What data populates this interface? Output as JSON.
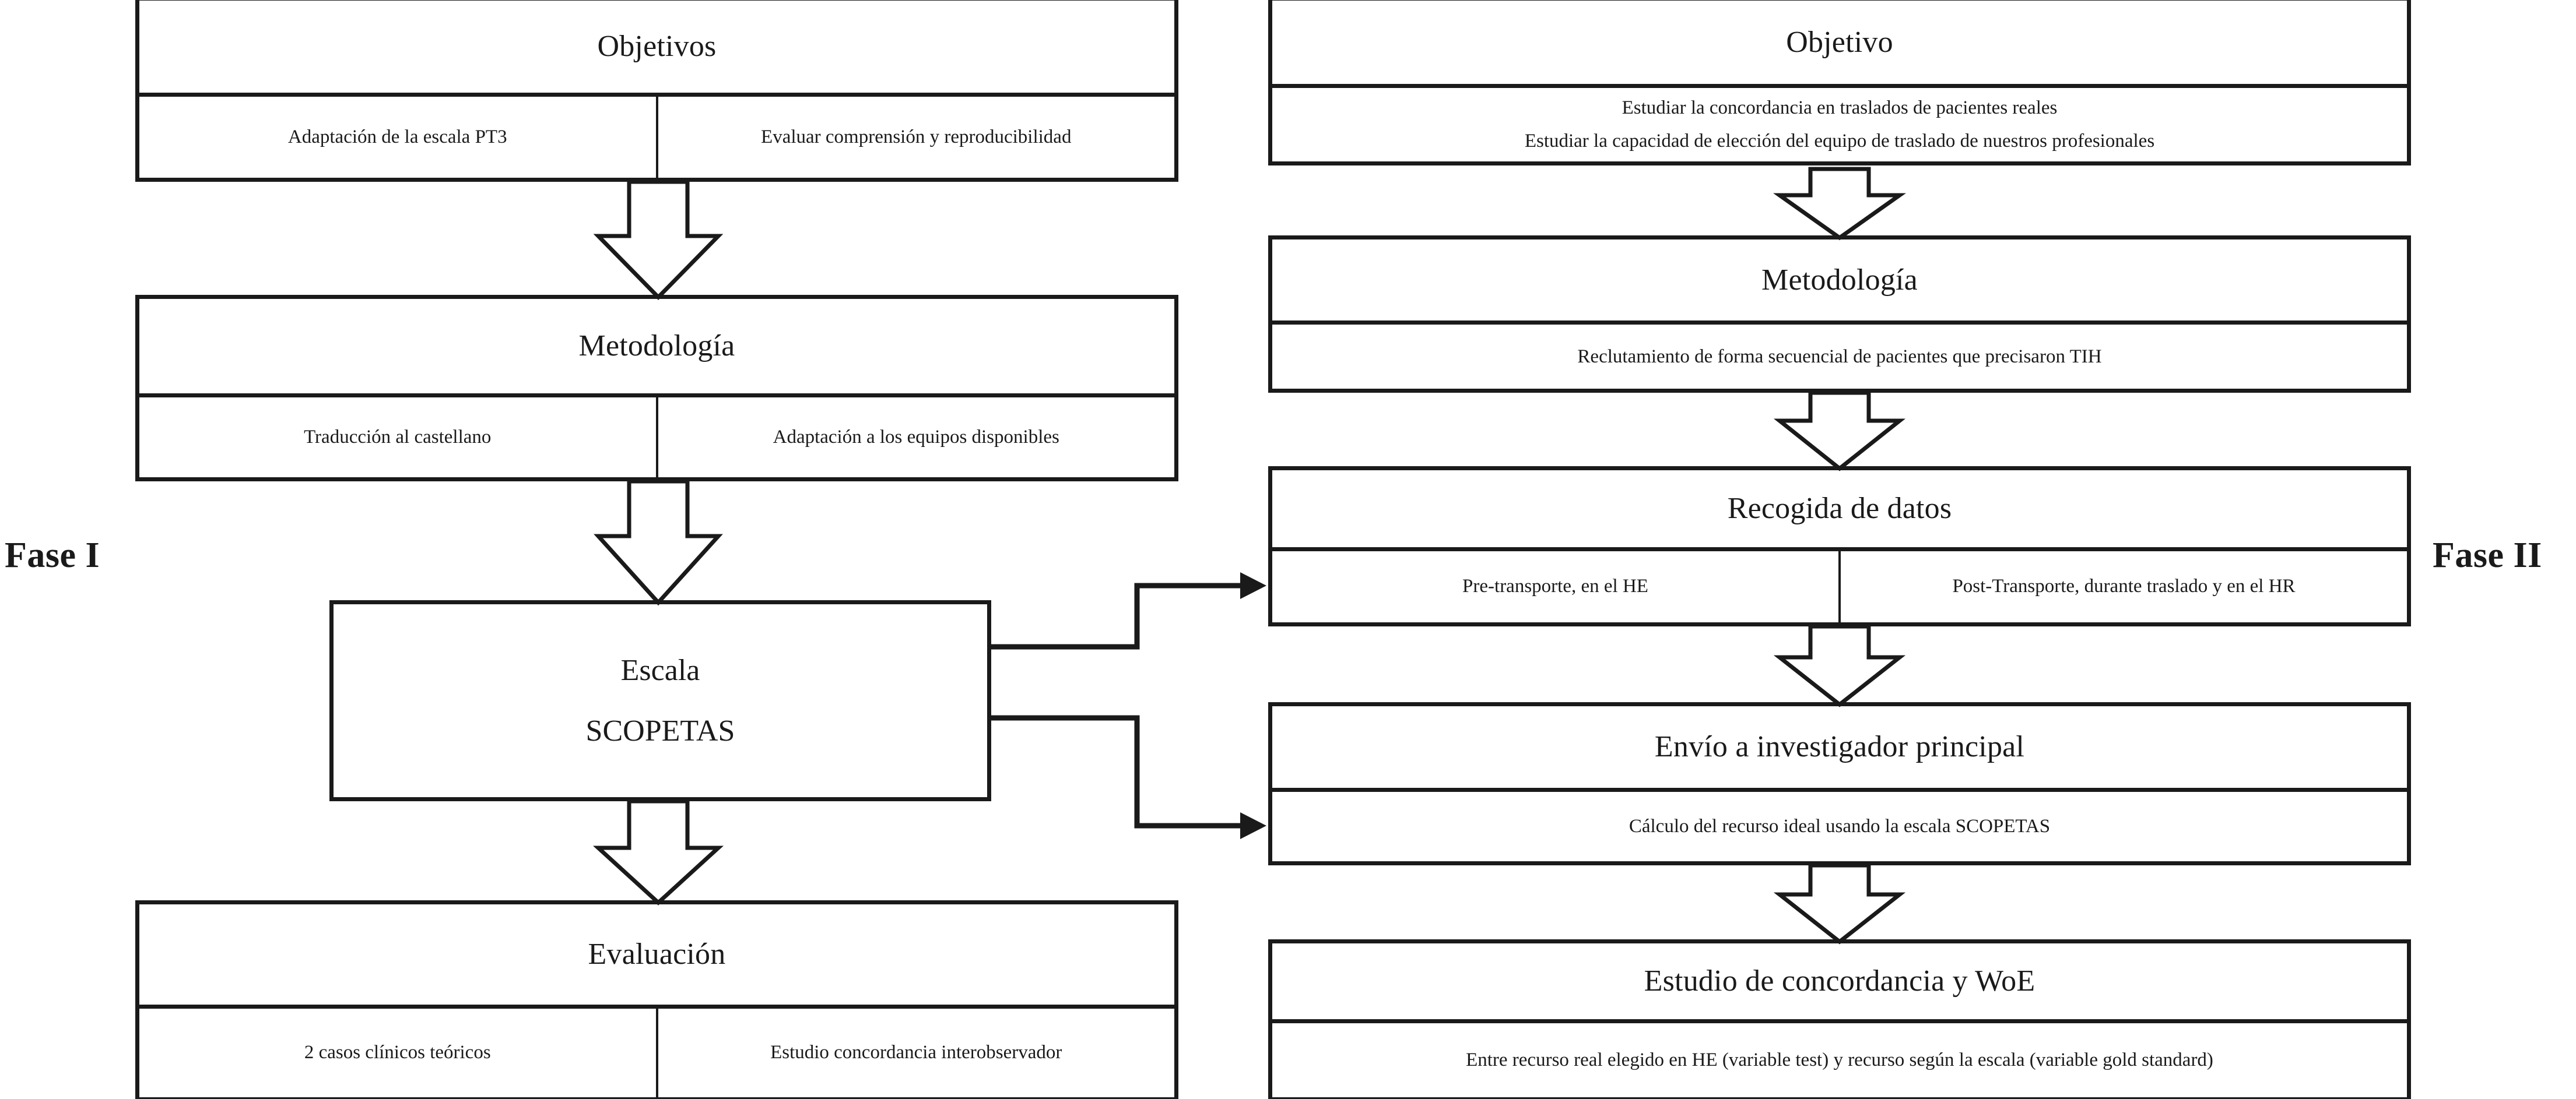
{
  "diagram": {
    "title_left_phase": "Fase I",
    "title_right_phase": "Fase II",
    "stroke_color": "#1a1a1a",
    "background_color": "#ffffff"
  },
  "phase1": {
    "label": "Fase I",
    "boxes": [
      {
        "id": "objetivos",
        "head": "Objetivos",
        "cells": [
          "Adaptación de la escala PT3",
          "Evaluar comprensión y reproducibilidad"
        ]
      },
      {
        "id": "metodologia",
        "head": "Metodología",
        "cells": [
          "Traducción al castellano",
          "Adaptación a los equipos disponibles"
        ]
      },
      {
        "id": "escala",
        "line1": "Escala",
        "line2": "SCOPETAS"
      },
      {
        "id": "evaluacion",
        "head": "Evaluación",
        "cells": [
          "2 casos clínicos teóricos",
          "Estudio concordancia interobservador"
        ]
      }
    ]
  },
  "phase2": {
    "label": "Fase II",
    "boxes": [
      {
        "id": "objetivo",
        "head": "Objetivo",
        "lines": [
          "Estudiar la concordancia en traslados de pacientes reales",
          "Estudiar la capacidad de elección del equipo de traslado de nuestros profesionales"
        ]
      },
      {
        "id": "metodologia2",
        "head": "Metodología",
        "lines": [
          "Reclutamiento de forma secuencial de pacientes que precisaron TIH"
        ]
      },
      {
        "id": "recogida",
        "head": "Recogida de datos",
        "cells": [
          "Pre-transporte, en el HE",
          "Post-Transporte, durante traslado y en el HR"
        ]
      },
      {
        "id": "envio",
        "head": "Envío a investigador principal",
        "lines": [
          "Cálculo del recurso ideal usando la escala SCOPETAS"
        ]
      },
      {
        "id": "concordancia",
        "head": "Estudio de concordancia y WoE",
        "lines": [
          "Entre recurso real elegido en HE (variable test) y recurso según la escala (variable gold standard)"
        ]
      }
    ]
  }
}
